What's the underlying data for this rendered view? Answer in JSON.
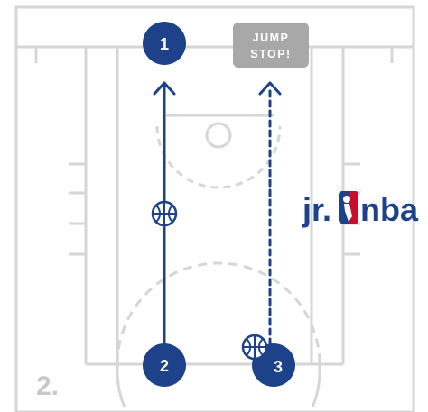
{
  "step_number": "2.",
  "callout": {
    "line1": "JUMP",
    "line2": "STOP!"
  },
  "players": [
    {
      "label": "1"
    },
    {
      "label": "2"
    },
    {
      "label": "3"
    }
  ],
  "logo": {
    "prefix": "jr.",
    "suffix": "nba"
  },
  "colors": {
    "court_lines": "#d6d6d6",
    "player_fill": "#1d428a",
    "arrow": "#1d428a",
    "callout_bg": "#a8a8a8",
    "logo_blue": "#1d428a",
    "logo_red": "#c8102e",
    "step_text": "#c8c8c8"
  },
  "icons": {
    "ball": "basketball-icon",
    "pass_arrow": "dribble-arrow",
    "cut_arrow": "dashed-move-arrow"
  }
}
